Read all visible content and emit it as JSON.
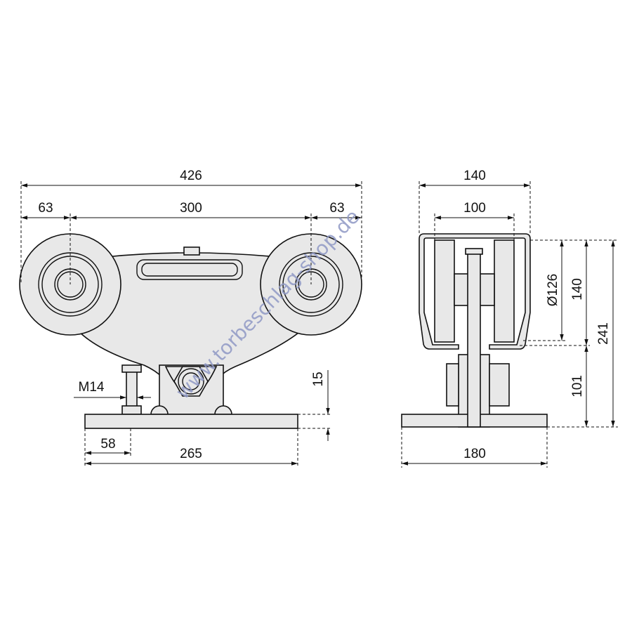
{
  "front_view": {
    "dims": {
      "overall_width": "426",
      "left_offset": "63",
      "wheel_spacing": "300",
      "right_offset": "63",
      "thread": "M14",
      "plate_thickness": "15",
      "hole_offset": "58",
      "plate_length": "265"
    }
  },
  "side_view": {
    "dims": {
      "outer_width": "140",
      "inner_width": "100",
      "wheel_diameter": "Ø126",
      "upper_height": "140",
      "total_height": "241",
      "lower_height": "101",
      "plate_width": "180"
    }
  },
  "watermark": "www.torbeschlag-shop.de",
  "colors": {
    "part_fill": "#e8e8e8",
    "line": "#111111",
    "watermark": "#8e98c4"
  }
}
